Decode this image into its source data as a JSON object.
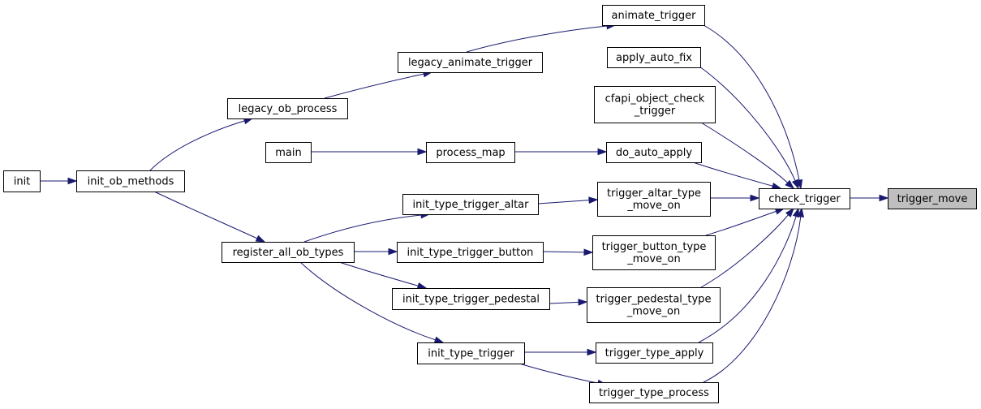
{
  "graph": {
    "nodes": [
      {
        "id": "trigger_move",
        "lines": [
          "trigger_move"
        ],
        "highlight": true
      },
      {
        "id": "check_trigger",
        "lines": [
          "check_trigger"
        ]
      },
      {
        "id": "animate_trigger",
        "lines": [
          "animate_trigger"
        ]
      },
      {
        "id": "apply_auto_fix",
        "lines": [
          "apply_auto_fix"
        ]
      },
      {
        "id": "cfapi_object_check_trigger",
        "lines": [
          "cfapi_object_check",
          "_trigger"
        ]
      },
      {
        "id": "do_auto_apply",
        "lines": [
          "do_auto_apply"
        ]
      },
      {
        "id": "trigger_altar_type_move_on",
        "lines": [
          "trigger_altar_type",
          "_move_on"
        ]
      },
      {
        "id": "trigger_button_type_move_on",
        "lines": [
          "trigger_button_type",
          "_move_on"
        ]
      },
      {
        "id": "trigger_pedestal_type_move_on",
        "lines": [
          "trigger_pedestal_type",
          "_move_on"
        ]
      },
      {
        "id": "trigger_type_apply",
        "lines": [
          "trigger_type_apply"
        ]
      },
      {
        "id": "trigger_type_process",
        "lines": [
          "trigger_type_process"
        ]
      },
      {
        "id": "legacy_animate_trigger",
        "lines": [
          "legacy_animate_trigger"
        ]
      },
      {
        "id": "legacy_ob_process",
        "lines": [
          "legacy_ob_process"
        ]
      },
      {
        "id": "process_map",
        "lines": [
          "process_map"
        ]
      },
      {
        "id": "main",
        "lines": [
          "main"
        ]
      },
      {
        "id": "init_ob_methods",
        "lines": [
          "init_ob_methods"
        ]
      },
      {
        "id": "init",
        "lines": [
          "init"
        ]
      },
      {
        "id": "init_type_trigger_altar",
        "lines": [
          "init_type_trigger_altar"
        ]
      },
      {
        "id": "init_type_trigger_button",
        "lines": [
          "init_type_trigger_button"
        ]
      },
      {
        "id": "init_type_trigger_pedestal",
        "lines": [
          "init_type_trigger_pedestal"
        ]
      },
      {
        "id": "init_type_trigger",
        "lines": [
          "init_type_trigger"
        ]
      },
      {
        "id": "register_all_ob_types",
        "lines": [
          "register_all_ob_types"
        ]
      }
    ],
    "edges": [
      {
        "from": "check_trigger",
        "to": "trigger_move"
      },
      {
        "from": "animate_trigger",
        "to": "check_trigger"
      },
      {
        "from": "apply_auto_fix",
        "to": "check_trigger"
      },
      {
        "from": "cfapi_object_check_trigger",
        "to": "check_trigger"
      },
      {
        "from": "do_auto_apply",
        "to": "check_trigger"
      },
      {
        "from": "trigger_altar_type_move_on",
        "to": "check_trigger"
      },
      {
        "from": "trigger_button_type_move_on",
        "to": "check_trigger"
      },
      {
        "from": "trigger_pedestal_type_move_on",
        "to": "check_trigger"
      },
      {
        "from": "trigger_type_apply",
        "to": "check_trigger"
      },
      {
        "from": "trigger_type_process",
        "to": "check_trigger"
      },
      {
        "from": "legacy_animate_trigger",
        "to": "animate_trigger"
      },
      {
        "from": "legacy_ob_process",
        "to": "legacy_animate_trigger"
      },
      {
        "from": "init_ob_methods",
        "to": "legacy_ob_process"
      },
      {
        "from": "init",
        "to": "init_ob_methods"
      },
      {
        "from": "process_map",
        "to": "do_auto_apply"
      },
      {
        "from": "main",
        "to": "process_map"
      },
      {
        "from": "init_type_trigger_altar",
        "to": "trigger_altar_type_move_on"
      },
      {
        "from": "register_all_ob_types",
        "to": "init_type_trigger_altar"
      },
      {
        "from": "init_type_trigger_button",
        "to": "trigger_button_type_move_on"
      },
      {
        "from": "register_all_ob_types",
        "to": "init_type_trigger_button"
      },
      {
        "from": "init_type_trigger_pedestal",
        "to": "trigger_pedestal_type_move_on"
      },
      {
        "from": "register_all_ob_types",
        "to": "init_type_trigger_pedestal"
      },
      {
        "from": "init_type_trigger",
        "to": "trigger_type_apply"
      },
      {
        "from": "init_type_trigger",
        "to": "trigger_type_process"
      },
      {
        "from": "register_all_ob_types",
        "to": "init_type_trigger"
      },
      {
        "from": "init_ob_methods",
        "to": "register_all_ob_types"
      }
    ]
  }
}
